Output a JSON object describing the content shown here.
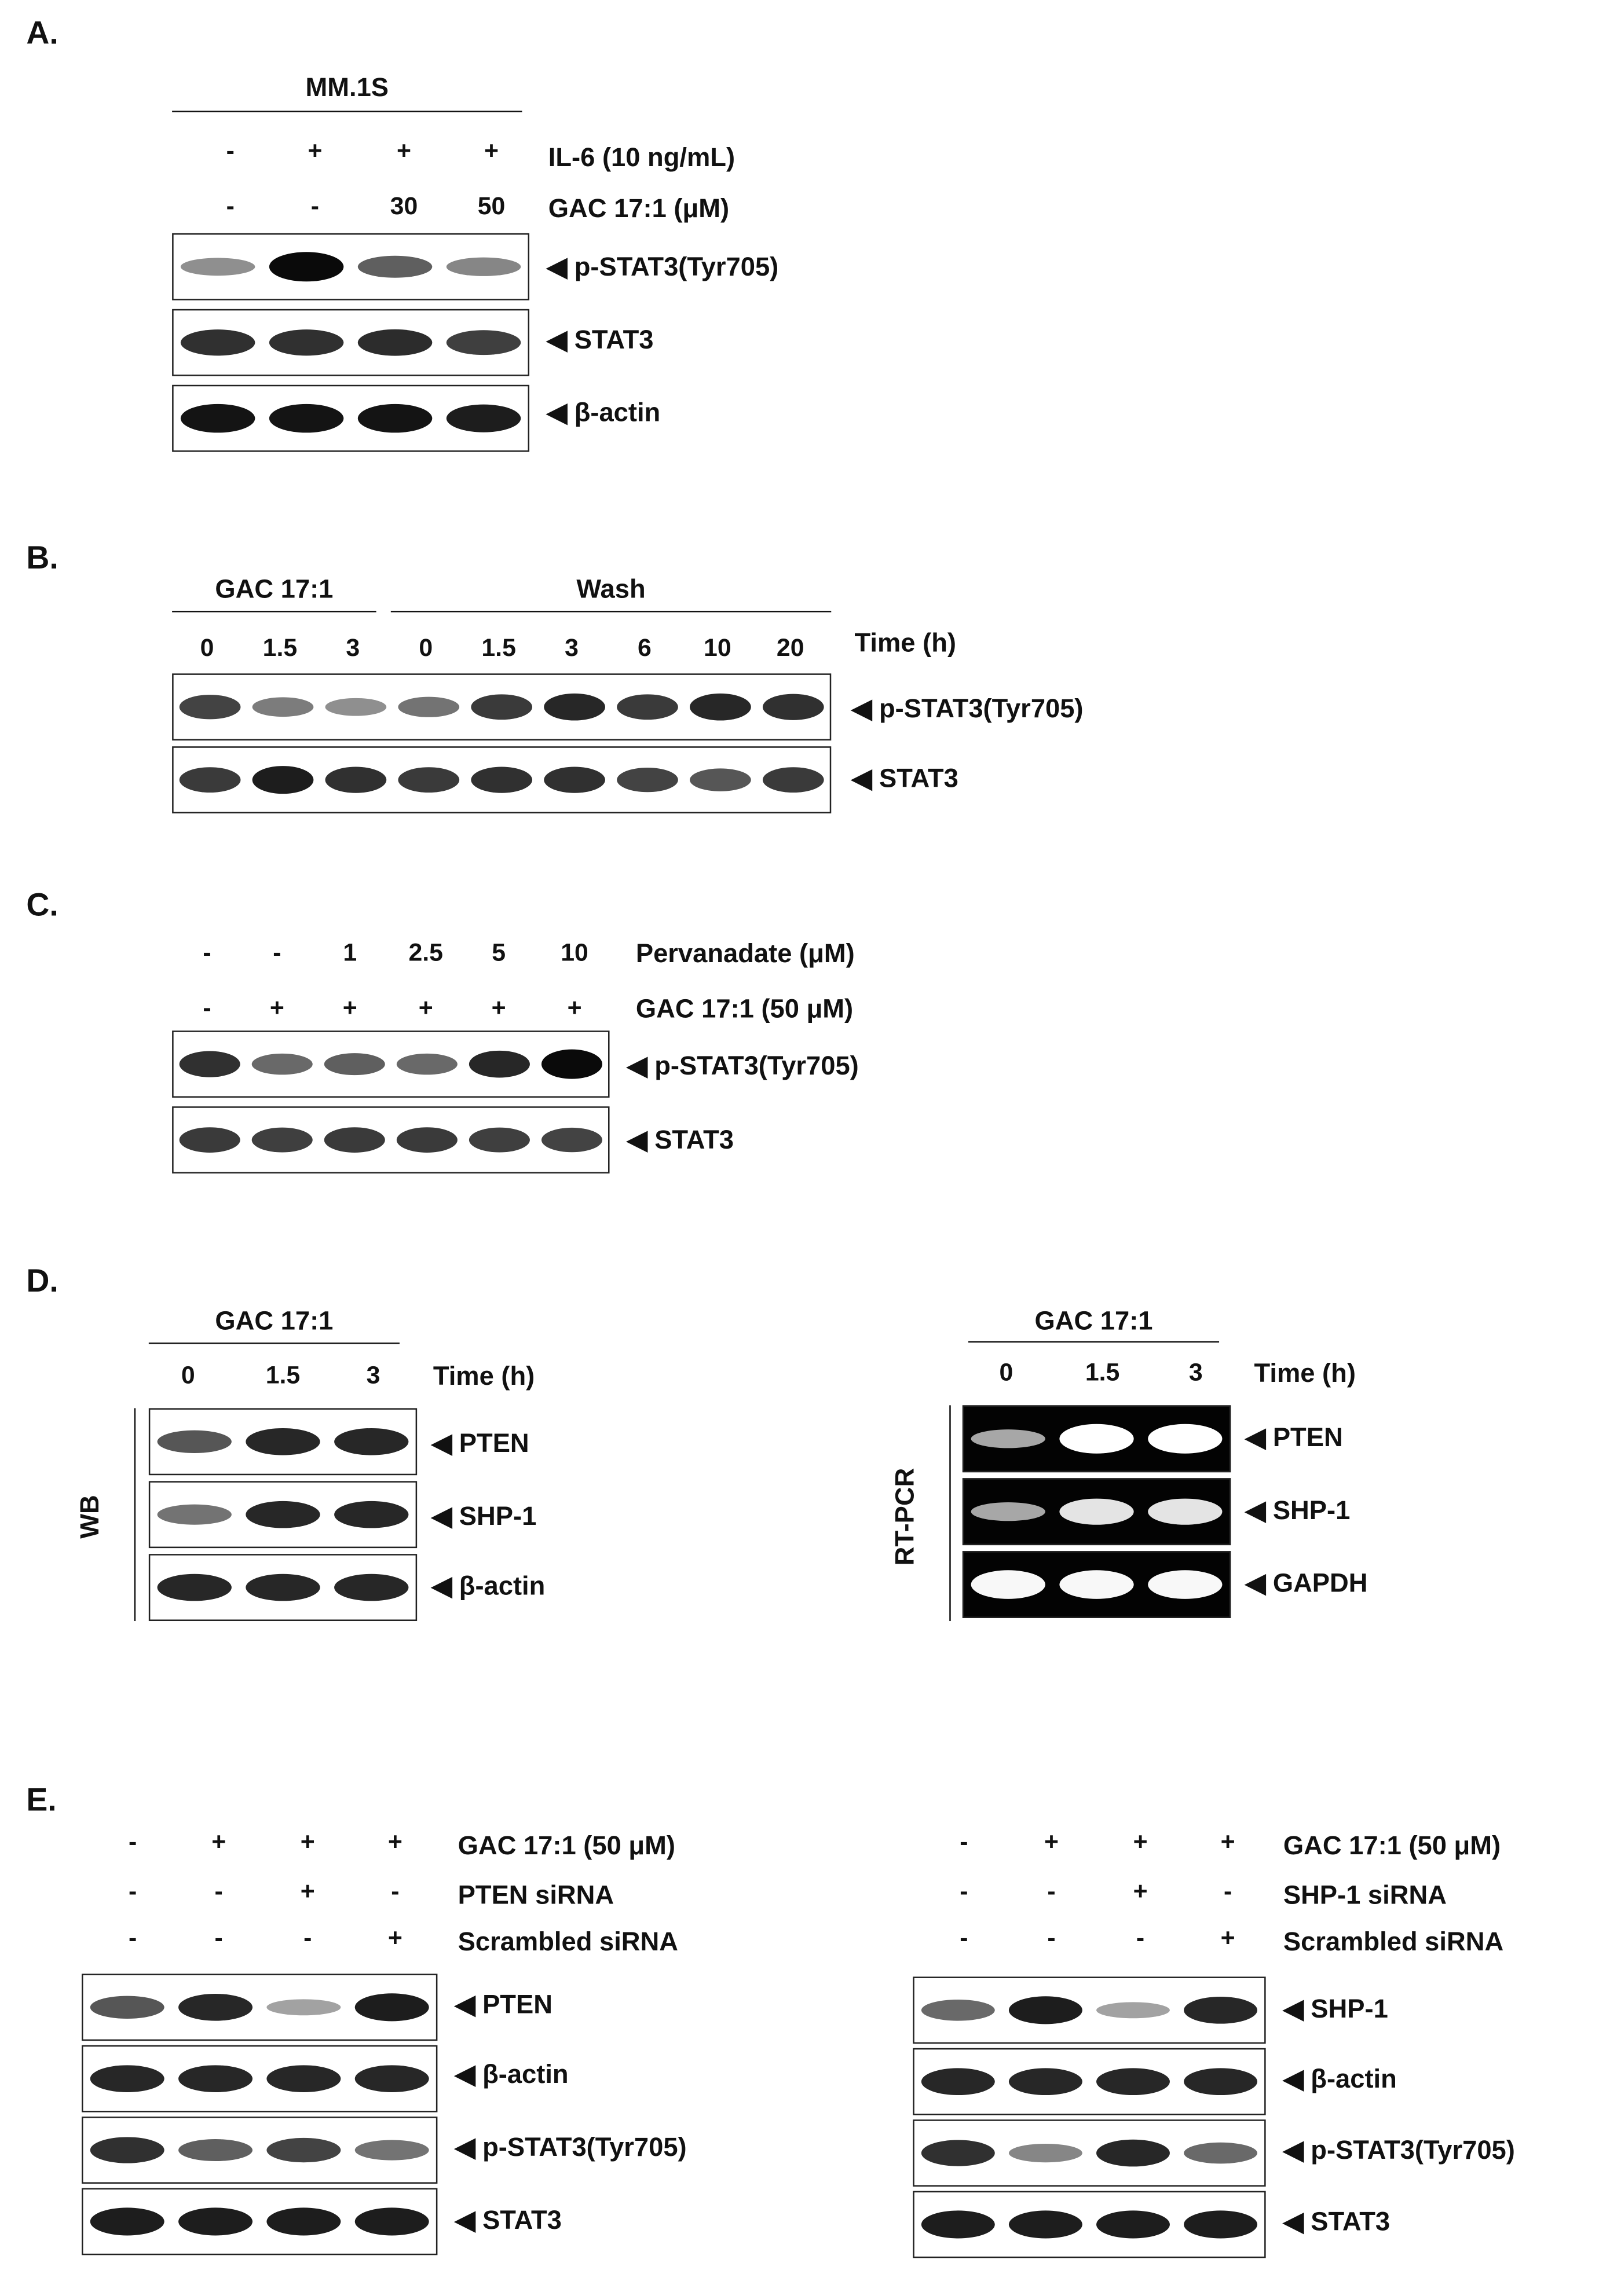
{
  "panels": {
    "A": {
      "letter": "A.",
      "cell_line": "MM.1S",
      "il6_label": "IL-6 (10 ng/mL)",
      "il6_lanes": [
        "-",
        "+",
        "+",
        "+"
      ],
      "gac_label": "GAC 17:1 (μM)",
      "gac_lanes": [
        "-",
        "-",
        "30",
        "50"
      ],
      "rows": [
        "◀ p-STAT3(Tyr705)",
        "◀ STAT3",
        "◀ β-actin"
      ],
      "band_levels": [
        [
          0.3,
          1.0,
          0.55,
          0.35
        ],
        [
          0.8,
          0.8,
          0.82,
          0.72
        ],
        [
          0.95,
          0.95,
          0.95,
          0.9
        ]
      ]
    },
    "B": {
      "letter": "B.",
      "group1": "GAC 17:1",
      "group2": "Wash",
      "time_label": "Time (h)",
      "lanes": [
        "0",
        "1.5",
        "3",
        "0",
        "1.5",
        "3",
        "6",
        "10",
        "20"
      ],
      "rows": [
        "◀ p-STAT3(Tyr705)",
        "◀ STAT3"
      ],
      "band_levels": [
        [
          0.7,
          0.4,
          0.3,
          0.45,
          0.75,
          0.85,
          0.75,
          0.85,
          0.8
        ],
        [
          0.75,
          0.9,
          0.8,
          0.75,
          0.8,
          0.8,
          0.7,
          0.6,
          0.75
        ]
      ]
    },
    "C": {
      "letter": "C.",
      "perv_label": "Pervanadate (μM)",
      "perv_lanes": [
        "-",
        "-",
        "1",
        "2.5",
        "5",
        "10"
      ],
      "gac_label": "GAC 17:1 (50 μM)",
      "gac_lanes": [
        "-",
        "+",
        "+",
        "+",
        "+",
        "+"
      ],
      "rows": [
        "◀ p-STAT3(Tyr705)",
        "◀ STAT3"
      ],
      "band_levels": [
        [
          0.8,
          0.5,
          0.55,
          0.5,
          0.85,
          1.0
        ],
        [
          0.75,
          0.72,
          0.75,
          0.75,
          0.72,
          0.7
        ]
      ]
    },
    "D": {
      "letter": "D.",
      "wb": {
        "group": "GAC 17:1",
        "time_label": "Time (h)",
        "lanes": [
          "0",
          "1.5",
          "3"
        ],
        "side_label": "WB",
        "rows": [
          "◀ PTEN",
          "◀ SHP-1",
          "◀ β-actin"
        ],
        "band_levels": [
          [
            0.6,
            0.85,
            0.85
          ],
          [
            0.45,
            0.85,
            0.85
          ],
          [
            0.85,
            0.85,
            0.85
          ]
        ]
      },
      "pcr": {
        "group": "GAC 17:1",
        "time_label": "Time (h)",
        "lanes": [
          "0",
          "1.5",
          "3"
        ],
        "side_label": "RT-PCR",
        "rows": [
          "◀ PTEN",
          "◀ SHP-1",
          "◀ GAPDH"
        ],
        "band_levels": [
          [
            0.35,
            1.0,
            1.0
          ],
          [
            0.35,
            0.8,
            0.8
          ],
          [
            0.95,
            0.95,
            0.95
          ]
        ]
      }
    },
    "E": {
      "letter": "E.",
      "left": {
        "treat_labels": [
          "GAC 17:1 (50 μM)",
          "PTEN siRNA",
          "Scrambled siRNA"
        ],
        "treat_lanes": [
          [
            "-",
            "+",
            "+",
            "+"
          ],
          [
            "-",
            "-",
            "+",
            "-"
          ],
          [
            "-",
            "-",
            "-",
            "+"
          ]
        ],
        "rows": [
          "◀ PTEN",
          "◀ β-actin",
          "◀ p-STAT3(Tyr705)",
          "◀ STAT3"
        ],
        "band_levels": [
          [
            0.6,
            0.85,
            0.2,
            0.9
          ],
          [
            0.85,
            0.85,
            0.85,
            0.85
          ],
          [
            0.8,
            0.55,
            0.7,
            0.45
          ],
          [
            0.9,
            0.9,
            0.9,
            0.9
          ]
        ]
      },
      "right": {
        "treat_labels": [
          "GAC 17:1 (50 μM)",
          "SHP-1 siRNA",
          "Scrambled siRNA"
        ],
        "treat_lanes": [
          [
            "-",
            "+",
            "+",
            "+"
          ],
          [
            "-",
            "-",
            "+",
            "-"
          ],
          [
            "-",
            "-",
            "-",
            "+"
          ]
        ],
        "rows": [
          "◀ SHP-1",
          "◀ β-actin",
          "◀ p-STAT3(Tyr705)",
          "◀ STAT3"
        ],
        "band_levels": [
          [
            0.5,
            0.9,
            0.2,
            0.85
          ],
          [
            0.85,
            0.85,
            0.85,
            0.85
          ],
          [
            0.8,
            0.35,
            0.85,
            0.5
          ],
          [
            0.9,
            0.9,
            0.9,
            0.9
          ]
        ]
      }
    }
  }
}
